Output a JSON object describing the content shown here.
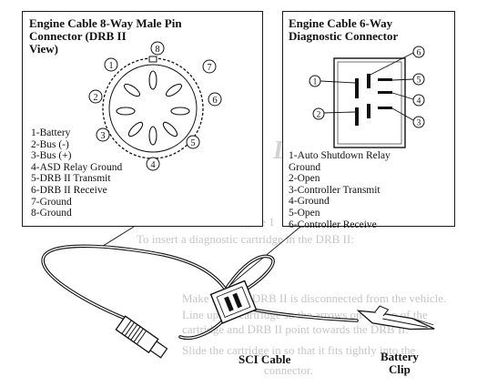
{
  "left_connector": {
    "title_line1": "Engine Cable 8-Way Male Pin",
    "title_line2": "Connector (DRB II",
    "title_line3": "View)",
    "pins": [
      {
        "num": "1",
        "label": "1-Battery"
      },
      {
        "num": "2",
        "label": "2-Bus (-)"
      },
      {
        "num": "3",
        "label": "3-Bus (+)"
      },
      {
        "num": "4",
        "label": "4-ASD  Relay Ground"
      },
      {
        "num": "5",
        "label": "5-DRB II Transmit"
      },
      {
        "num": "6",
        "label": "6-DRB II Receive"
      },
      {
        "num": "7",
        "label": "7-Ground"
      },
      {
        "num": "8",
        "label": "8-Ground"
      }
    ]
  },
  "right_connector": {
    "title_line1": "Engine Cable 6-Way",
    "title_line2": "Diagnostic Connector",
    "pins": [
      {
        "num": "1",
        "label": "1-Auto Shutdown Relay"
      },
      {
        "num": "",
        "label": "Ground"
      },
      {
        "num": "2",
        "label": "2-Open"
      },
      {
        "num": "3",
        "label": "3-Controller Transmit"
      },
      {
        "num": "4",
        "label": "4-Ground"
      },
      {
        "num": "5",
        "label": "5-Open"
      },
      {
        "num": "6",
        "label": "6-Controller Receive"
      }
    ]
  },
  "labels": {
    "sci_cable": "SCI Cable",
    "battery_line1": "Battery",
    "battery_line2": "Clip"
  }
}
